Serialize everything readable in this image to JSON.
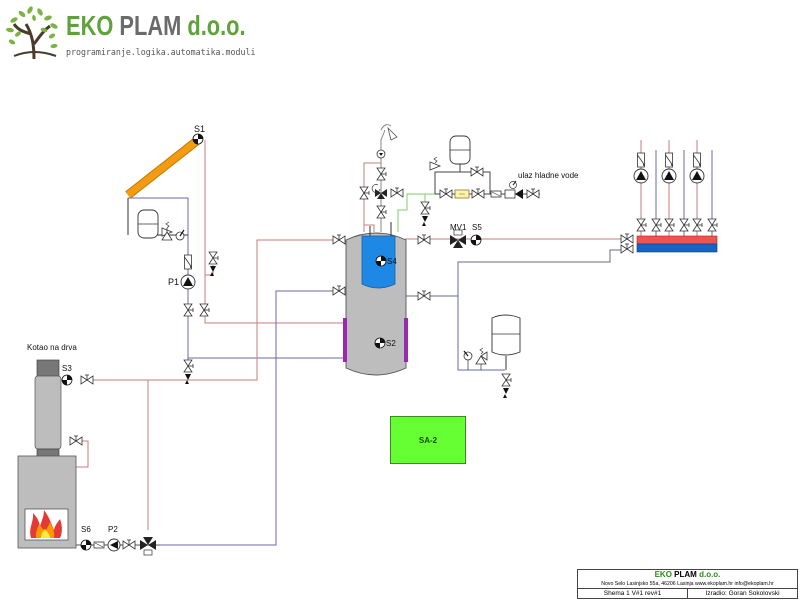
{
  "header": {
    "company_first": "EKO",
    "company_second": "PLAM",
    "company_suffix": "d.o.o.",
    "tagline": "programiranje.logika.automatika.moduli",
    "logo_icon": "tree-icon"
  },
  "colors": {
    "brand_green": "#5fa23a",
    "hot_pipe": "#c97b7b",
    "cold_pipe": "#6a6ab0",
    "dhw_pipe": "#7ccf6b",
    "collector": "#f39c12",
    "tank_grey": "#bdbdbd",
    "tank_dhw_blue": "#1e88e5",
    "heat_exchanger": "#9c27b0",
    "manifold_red": "#ef5350",
    "manifold_blue": "#1565c0",
    "controller_green": "#66ff33"
  },
  "diagram": {
    "labels": {
      "solar_sensor": "S1",
      "solar_pump": "P1",
      "boiler_sensor": "S3",
      "boiler_title": "Kotao na drva",
      "boiler_return_sensor": "S6",
      "boiler_pump": "P2",
      "dhw_sensor": "S4",
      "tank_sensor": "S2",
      "mixing_valve": "MV1",
      "flow_sensor": "S5",
      "cold_water_inlet": "ulaz hladne vode",
      "controller": "SA-2"
    },
    "components": [
      "solar-collector",
      "expansion-vessel",
      "safety-valve",
      "pressure-gauge",
      "check-valve",
      "circulation-pump",
      "ball-valve",
      "drain-valve",
      "wood-boiler",
      "three-way-mixing-valve",
      "buffer-tank",
      "dhw-tank",
      "shower-head",
      "thermostatic-mixing-valve",
      "water-meter",
      "pressure-reducer",
      "heating-manifold",
      "controller-box"
    ]
  },
  "title_block": {
    "company_first": "EKO",
    "company_second": "PLAM",
    "company_suffix": "d.o.o.",
    "address": "Novo Selo Lasinjsko 55a, 46206 Lasinja  www.ekoplam.hr info@ekoplam.hr",
    "scheme": "Shema 1 V#1 rev#1",
    "author": "Izradio: Goran Sokolovski"
  }
}
